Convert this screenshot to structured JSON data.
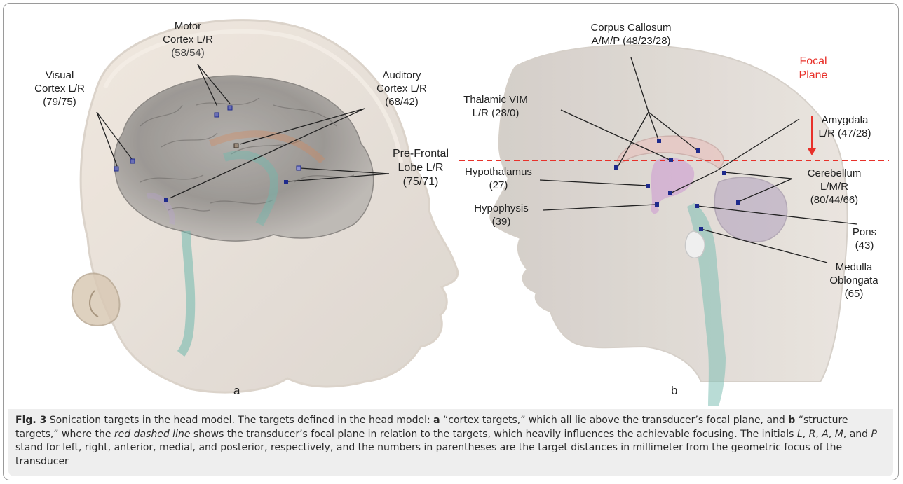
{
  "panel_a": {
    "letter": "a",
    "labels": {
      "motor": {
        "line1": "Motor",
        "line2": "Cortex L/R",
        "line3": "(58/54)"
      },
      "visual": {
        "line1": "Visual",
        "line2": "Cortex L/R",
        "line3": "(79/75)"
      },
      "auditory": {
        "line1": "Auditory",
        "line2": "Cortex L/R",
        "line3": "(68/42)"
      },
      "prefrontal": {
        "line1": "Pre-Frontal",
        "line2": "Lobe L/R",
        "line3": "(75/71)"
      }
    }
  },
  "panel_b": {
    "letter": "b",
    "labels": {
      "corpus_callosum": {
        "line1": "Corpus Callosum",
        "line2": "A/M/P (48/23/28)"
      },
      "focal_plane": {
        "line1": "Focal",
        "line2": "Plane"
      },
      "thalamic": {
        "line1": "Thalamic VIM",
        "line2": "L/R (28/0)"
      },
      "amygdala": {
        "line1": "Amygdala",
        "line2": "L/R (47/28)"
      },
      "hypothalamus": {
        "line1": "Hypothalamus",
        "line2": "(27)"
      },
      "cerebellum": {
        "line1": "Cerebellum",
        "line2": "L/M/R",
        "line3": "(80/44/66)"
      },
      "hypophysis": {
        "line1": "Hypophysis",
        "line2": "(39)"
      },
      "pons": {
        "line1": "Pons",
        "line2": "(43)"
      },
      "medulla": {
        "line1": "Medulla",
        "line2": "Oblongata",
        "line3": "(65)"
      }
    }
  },
  "caption": {
    "fig_label": "Fig. 3",
    "text_1": " Sonication targets in the head model. The targets defined in the head model: ",
    "a_letter": "a",
    "text_2": " “cortex targets,” which all lie above the transducer’s focal plane, and ",
    "b_letter": "b",
    "text_3": " “structure targets,” where the ",
    "italic_1": "red dashed line",
    "text_4": " shows the transducer’s focal plane in relation to the targets, which heavily influences the achievable focusing. The initials ",
    "L": "L",
    "sep1": ", ",
    "R": "R",
    "sep2": ", ",
    "A": "A",
    "sep3": ", ",
    "M": "M",
    "sep4": ", and ",
    "P": "P",
    "text_5": " stand for left, right, anterior, medial, and posterior, respectively, and the numbers in parentheses are the target distances in millimeter from the geometric focus of the transducer"
  },
  "colors": {
    "focal_plane": "#e8312a",
    "target_marker": "#1e2a8c",
    "caption_bg": "#eeeeee"
  }
}
